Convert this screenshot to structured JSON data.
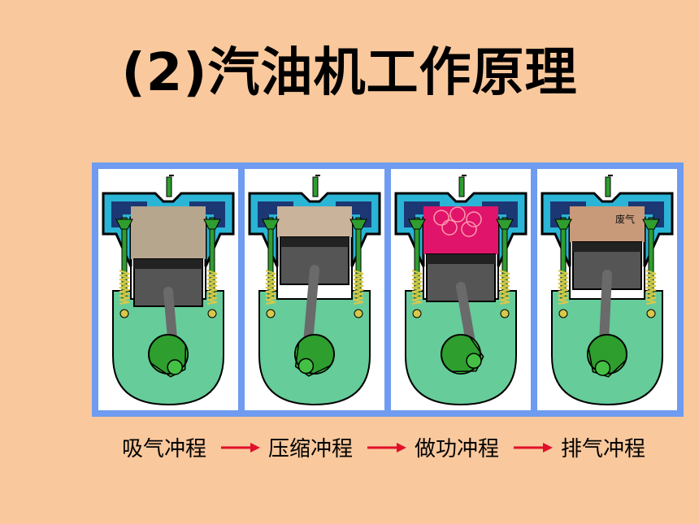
{
  "title": "(2)汽油机工作原理",
  "strokes": [
    {
      "label": "吸气冲程",
      "piston_pos": 0.55,
      "chamber_color": "#b7a68e",
      "chamber_text": ""
    },
    {
      "label": "压缩冲程",
      "piston_pos": 0.1,
      "chamber_color": "#c9b39a",
      "chamber_text": ""
    },
    {
      "label": "做功冲程",
      "piston_pos": 0.45,
      "chamber_color": "#e0146a",
      "chamber_text": ""
    },
    {
      "label": "排气冲程",
      "piston_pos": 0.2,
      "chamber_color": "#c99a7a",
      "chamber_text": "废气"
    }
  ],
  "arrow_symbol": "→",
  "colors": {
    "background": "#f9c89d",
    "frame": "#6f9bf0",
    "panel": "#ffffff",
    "head": "#2ab4d6",
    "crankcase": "#66cc99",
    "valve": "#2f9e2f",
    "piston": "#555555",
    "arrow": "#e0102a"
  }
}
